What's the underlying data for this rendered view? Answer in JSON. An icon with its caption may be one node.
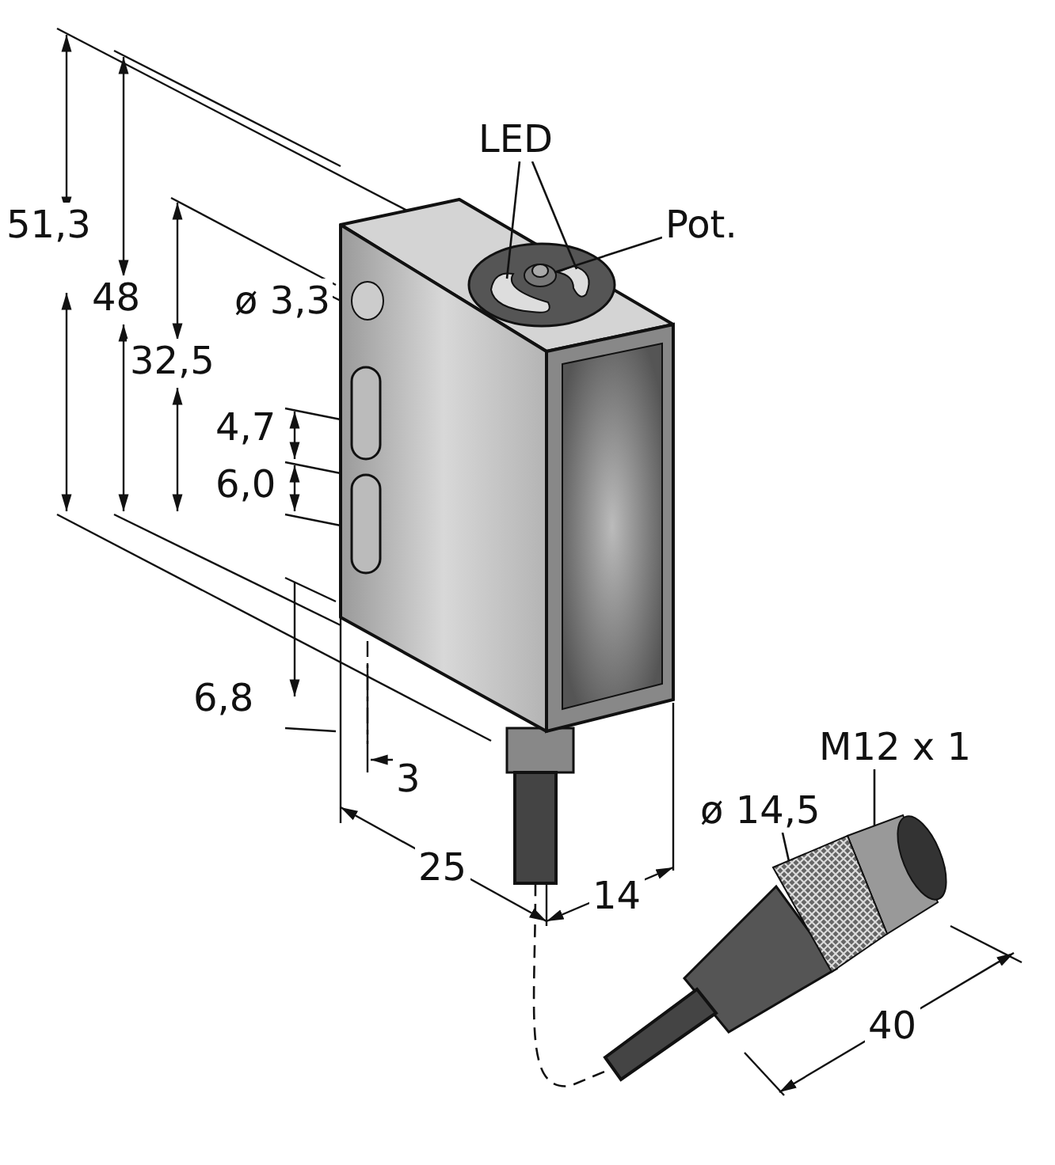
{
  "diagram": {
    "nodes": [
      {
        "text": [
          "LED"
        ]
      },
      {
        "text": [
          "Pot."
        ]
      },
      {
        "text": [],
        "shape": "picture"
      },
      {
        "text": [],
        "shape": "picture"
      },
      {
        "text": [],
        "shape": "picture"
      },
      {
        "text": [],
        "shape": "bar"
      },
      {
        "text": [
          "M12 x 1"
        ]
      },
      {
        "text": [
          "ø 14,5"
        ]
      },
      {
        "text": [],
        "shape": "picture"
      },
      {
        "text": [],
        "shape": "picture"
      },
      {
        "text": [],
        "shape": "bar"
      }
    ],
    "edges": [
      {
        "from": 0,
        "to": 2,
        "arrow": "none"
      },
      {
        "from": 0,
        "to": 3,
        "arrow": "none"
      },
      {
        "from": 1,
        "to": 4,
        "arrow": "none"
      },
      {
        "from": 6,
        "to": 8,
        "arrow": "none"
      },
      {
        "from": 7,
        "to": 9,
        "arrow": "none"
      },
      {
        "from": 5,
        "to": 10,
        "arrow": "none",
        "style": "dashed"
      }
    ],
    "labels": [
      "51,3",
      "48",
      "ø 3,3",
      "32,5",
      "4,7",
      "6,0",
      "6,8",
      "3",
      "25",
      "14",
      "40"
    ]
  }
}
